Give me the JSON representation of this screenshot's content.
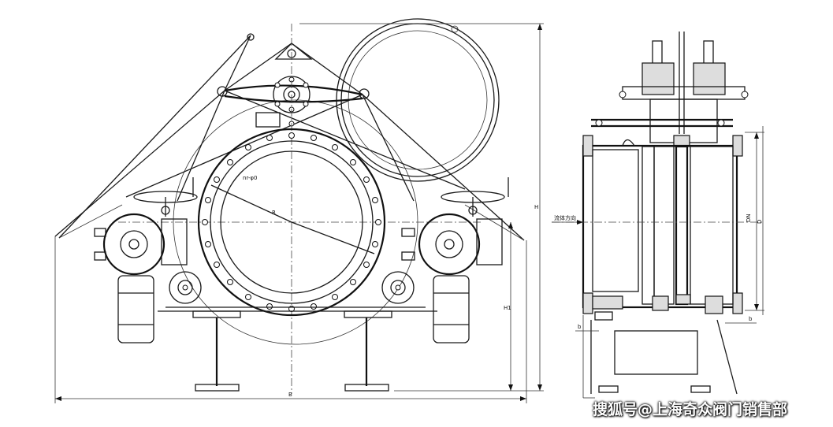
{
  "labels": {
    "bolt_circle": "nr-φ0",
    "radius": "R",
    "flow_direction": "流体方向",
    "height_H": "H",
    "height_H1": "H1",
    "width_B": "B",
    "diameter_DN": "DN",
    "diameter_D": "D",
    "dim_b_left": "b",
    "dim_b_right": "b"
  },
  "watermark": "搜狐号@上海奇众阀门销售部"
}
